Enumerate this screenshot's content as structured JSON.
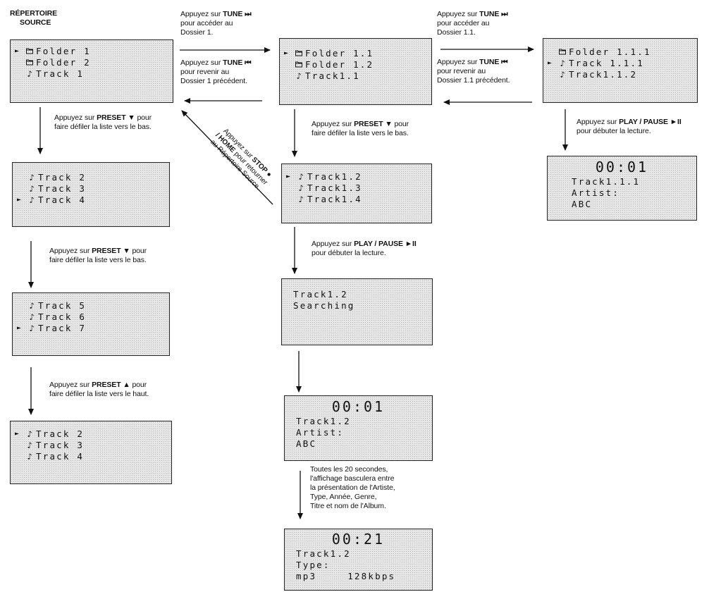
{
  "source_title_line1": "RÉPERTOIRE",
  "source_title_line2": "SOURCE",
  "icons": {
    "cursor": "►",
    "folder": "folder-icon",
    "track": "music-note-icon"
  },
  "screens": {
    "s1": [
      "Folder 1",
      "Folder 2",
      "Track 1"
    ],
    "s2": [
      "Folder 1.1",
      "Folder 1.2",
      "Track1.1"
    ],
    "s3": [
      "Folder 1.1.1",
      "Track 1.1.1",
      "Track1.1.2"
    ],
    "s4": [
      "Track 2",
      "Track 3",
      "Track 4"
    ],
    "s5": [
      "Track1.2",
      "Track1.3",
      "Track1.4"
    ],
    "s6": [
      "Track 5",
      "Track 6",
      "Track 7"
    ],
    "s7": [
      "Track 2",
      "Track 3",
      "Track 4"
    ],
    "s8": {
      "line1": "Track1.2",
      "line2": "Searching"
    },
    "s9": {
      "time": "00:01",
      "line1": "Track1.1.1",
      "line2": "Artist:",
      "line3": "ABC"
    },
    "s10": {
      "time": "00:01",
      "line1": "Track1.2",
      "line2": "Artist:",
      "line3": "ABC"
    },
    "s11": {
      "time": "00:21",
      "line1": "Track1.2",
      "line2": "Type:",
      "line3": "mp3",
      "line3b": "128kbps"
    }
  },
  "labels": {
    "tune_fwd1": {
      "a": "Appuyez sur ",
      "b": "TUNE ⏭",
      "c": "pour accéder au",
      "d": "Dossier 1."
    },
    "tune_back1": {
      "a": "Appuyez sur ",
      "b": "TUNE ⏮",
      "c": "pour revenir au",
      "d": "Dossier 1 précédent."
    },
    "tune_fwd2": {
      "a": "Appuyez sur ",
      "b": "TUNE ⏭",
      "c": "pour accéder au",
      "d": "Dossier 1.1."
    },
    "tune_back2": {
      "a": "Appuyez sur ",
      "b": "TUNE ⏮",
      "c": "pour revenir au",
      "d": "Dossier 1.1 précédent."
    },
    "preset_down1": {
      "a": "Appuyez sur ",
      "b": "PRESET ▼",
      "c": " pour",
      "d": "faire défiler la liste vers le bas."
    },
    "preset_down2": {
      "a": "Appuyez sur ",
      "b": "PRESET ▼",
      "c": " pour",
      "d": "faire défiler la liste vers le bas."
    },
    "preset_down3": {
      "a": "Appuyez sur ",
      "b": "PRESET ▼",
      "c": " pour",
      "d": "faire défiler la liste vers le bas."
    },
    "preset_up": {
      "a": "Appuyez sur ",
      "b": "PRESET ▲",
      "c": " pour",
      "d": "faire défiler la liste vers le haut."
    },
    "play1": {
      "a": "Appuyez sur ",
      "b": "PLAY / PAUSE ►II",
      "d": "pour débuter la lecture."
    },
    "play2": {
      "a": "Appuyez sur ",
      "b": "PLAY / PAUSE ►II",
      "d": "pour débuter la lecture."
    },
    "stop": {
      "a": "Appuyez sur ",
      "b": "STOP ●",
      "c": "/ HOME",
      "d": " pour retourner",
      "e": "au Répertoire Source."
    },
    "toggle": [
      "Toutes les 20 secondes,",
      "l'affichage basculera entre",
      "la présentation de l'Artiste,",
      "Type, Année, Genre,",
      "Titre et nom de l'Album."
    ]
  }
}
